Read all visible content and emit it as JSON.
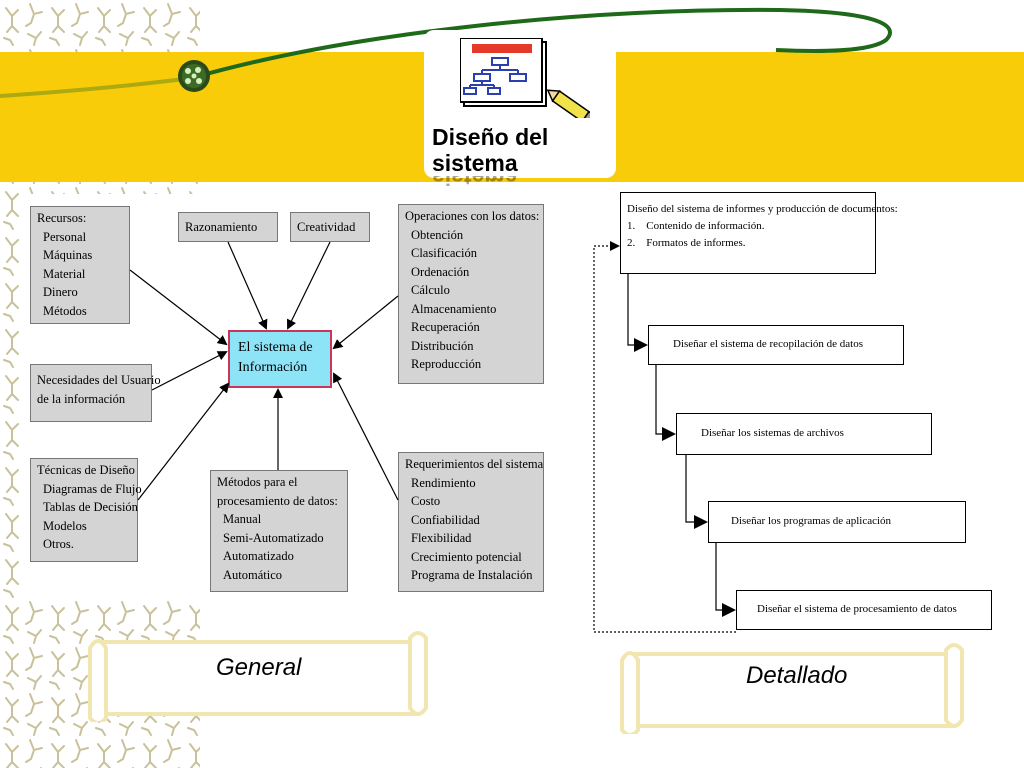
{
  "header": {
    "title_line1": "Diseño del",
    "title_line2": "sistema",
    "logo_icon": "org-chart-document-icon",
    "colors": {
      "band": "#f9cc0a",
      "swoosh": "#1e6a1a"
    }
  },
  "general": {
    "center": {
      "line1": "El sistema de",
      "line2": "Información"
    },
    "recursos": {
      "title": "Recursos:",
      "items": [
        "Personal",
        "Máquinas",
        "Material",
        "Dinero",
        "Métodos"
      ]
    },
    "razonamiento": "Razonamiento",
    "creatividad": "Creatividad",
    "operaciones": {
      "title": "Operaciones con los datos:",
      "items": [
        "Obtención",
        "Clasificación",
        "Ordenación",
        "Cálculo",
        "Almacenamiento",
        "Recuperación",
        "Distribución",
        "Reproducción"
      ]
    },
    "necesidades": {
      "line1": "Necesidades del Usuario",
      "line2": "de la información"
    },
    "tecnicas": {
      "title": "Técnicas de Diseño",
      "items": [
        "Diagramas de Flujo",
        "Tablas de Decisión",
        "Modelos",
        "Otros."
      ]
    },
    "metodos": {
      "line1": "Métodos para el",
      "line2": "procesamiento de datos:",
      "items": [
        "Manual",
        "Semi-Automatizado",
        "Automatizado",
        "Automático"
      ]
    },
    "requerimientos": {
      "title": "Requerimientos del sistema",
      "items": [
        "Rendimiento",
        "Costo",
        "Confiabilidad",
        "Flexibilidad",
        "Crecimiento potencial",
        "Programa de Instalación"
      ]
    },
    "caption": "General"
  },
  "detallado": {
    "step1": {
      "title": "Diseño del sistema de informes y producción de documentos:",
      "items": [
        "1.    Contenido de información.",
        "2.    Formatos de informes."
      ]
    },
    "step2": "Diseñar el sistema de recopilación de datos",
    "step3": "Diseñar los sistemas de archivos",
    "step4": "Diseñar los programas de aplicación",
    "step5": "Diseñar el sistema de procesamiento de  datos",
    "caption": "Detallado"
  }
}
